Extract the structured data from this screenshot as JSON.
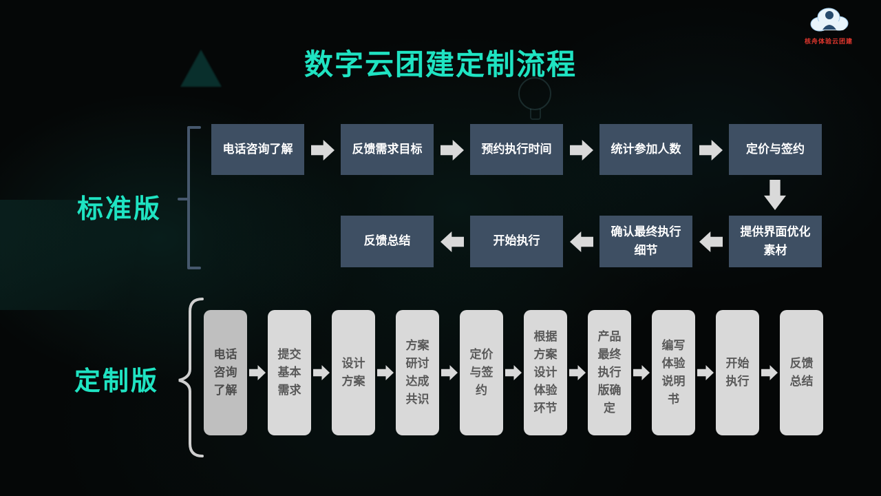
{
  "title": "数字云团建定制流程",
  "logo": {
    "text": "核舟体验云团建"
  },
  "standard": {
    "label": "标准版",
    "row1": [
      "电话咨询了解",
      "反馈需求目标",
      "预约执行时间",
      "统计参加人数",
      "定价与签约"
    ],
    "row2": [
      "提供界面优化素材",
      "确认最终执行细节",
      "开始执行",
      "反馈总结"
    ]
  },
  "custom": {
    "label": "定制版",
    "steps": [
      "电话咨询了解",
      "提交基本需求",
      "设计方案",
      "方案研讨达成共识",
      "定价与签约",
      "根据方案设计体验环节",
      "产品最终执行版确定",
      "编写体验说明书",
      "开始执行",
      "反馈总结"
    ]
  },
  "colors": {
    "title": "#1FE3C2",
    "standard_box": "#3E4F63",
    "standard_box_text": "#FFFFFF",
    "arrow": "#D9D9D9",
    "custom_box": "#D9D9D9",
    "custom_box_first": "#BFBFBF",
    "custom_box_text": "#595959",
    "logo_text": "#E2372E",
    "background": "#050707"
  }
}
